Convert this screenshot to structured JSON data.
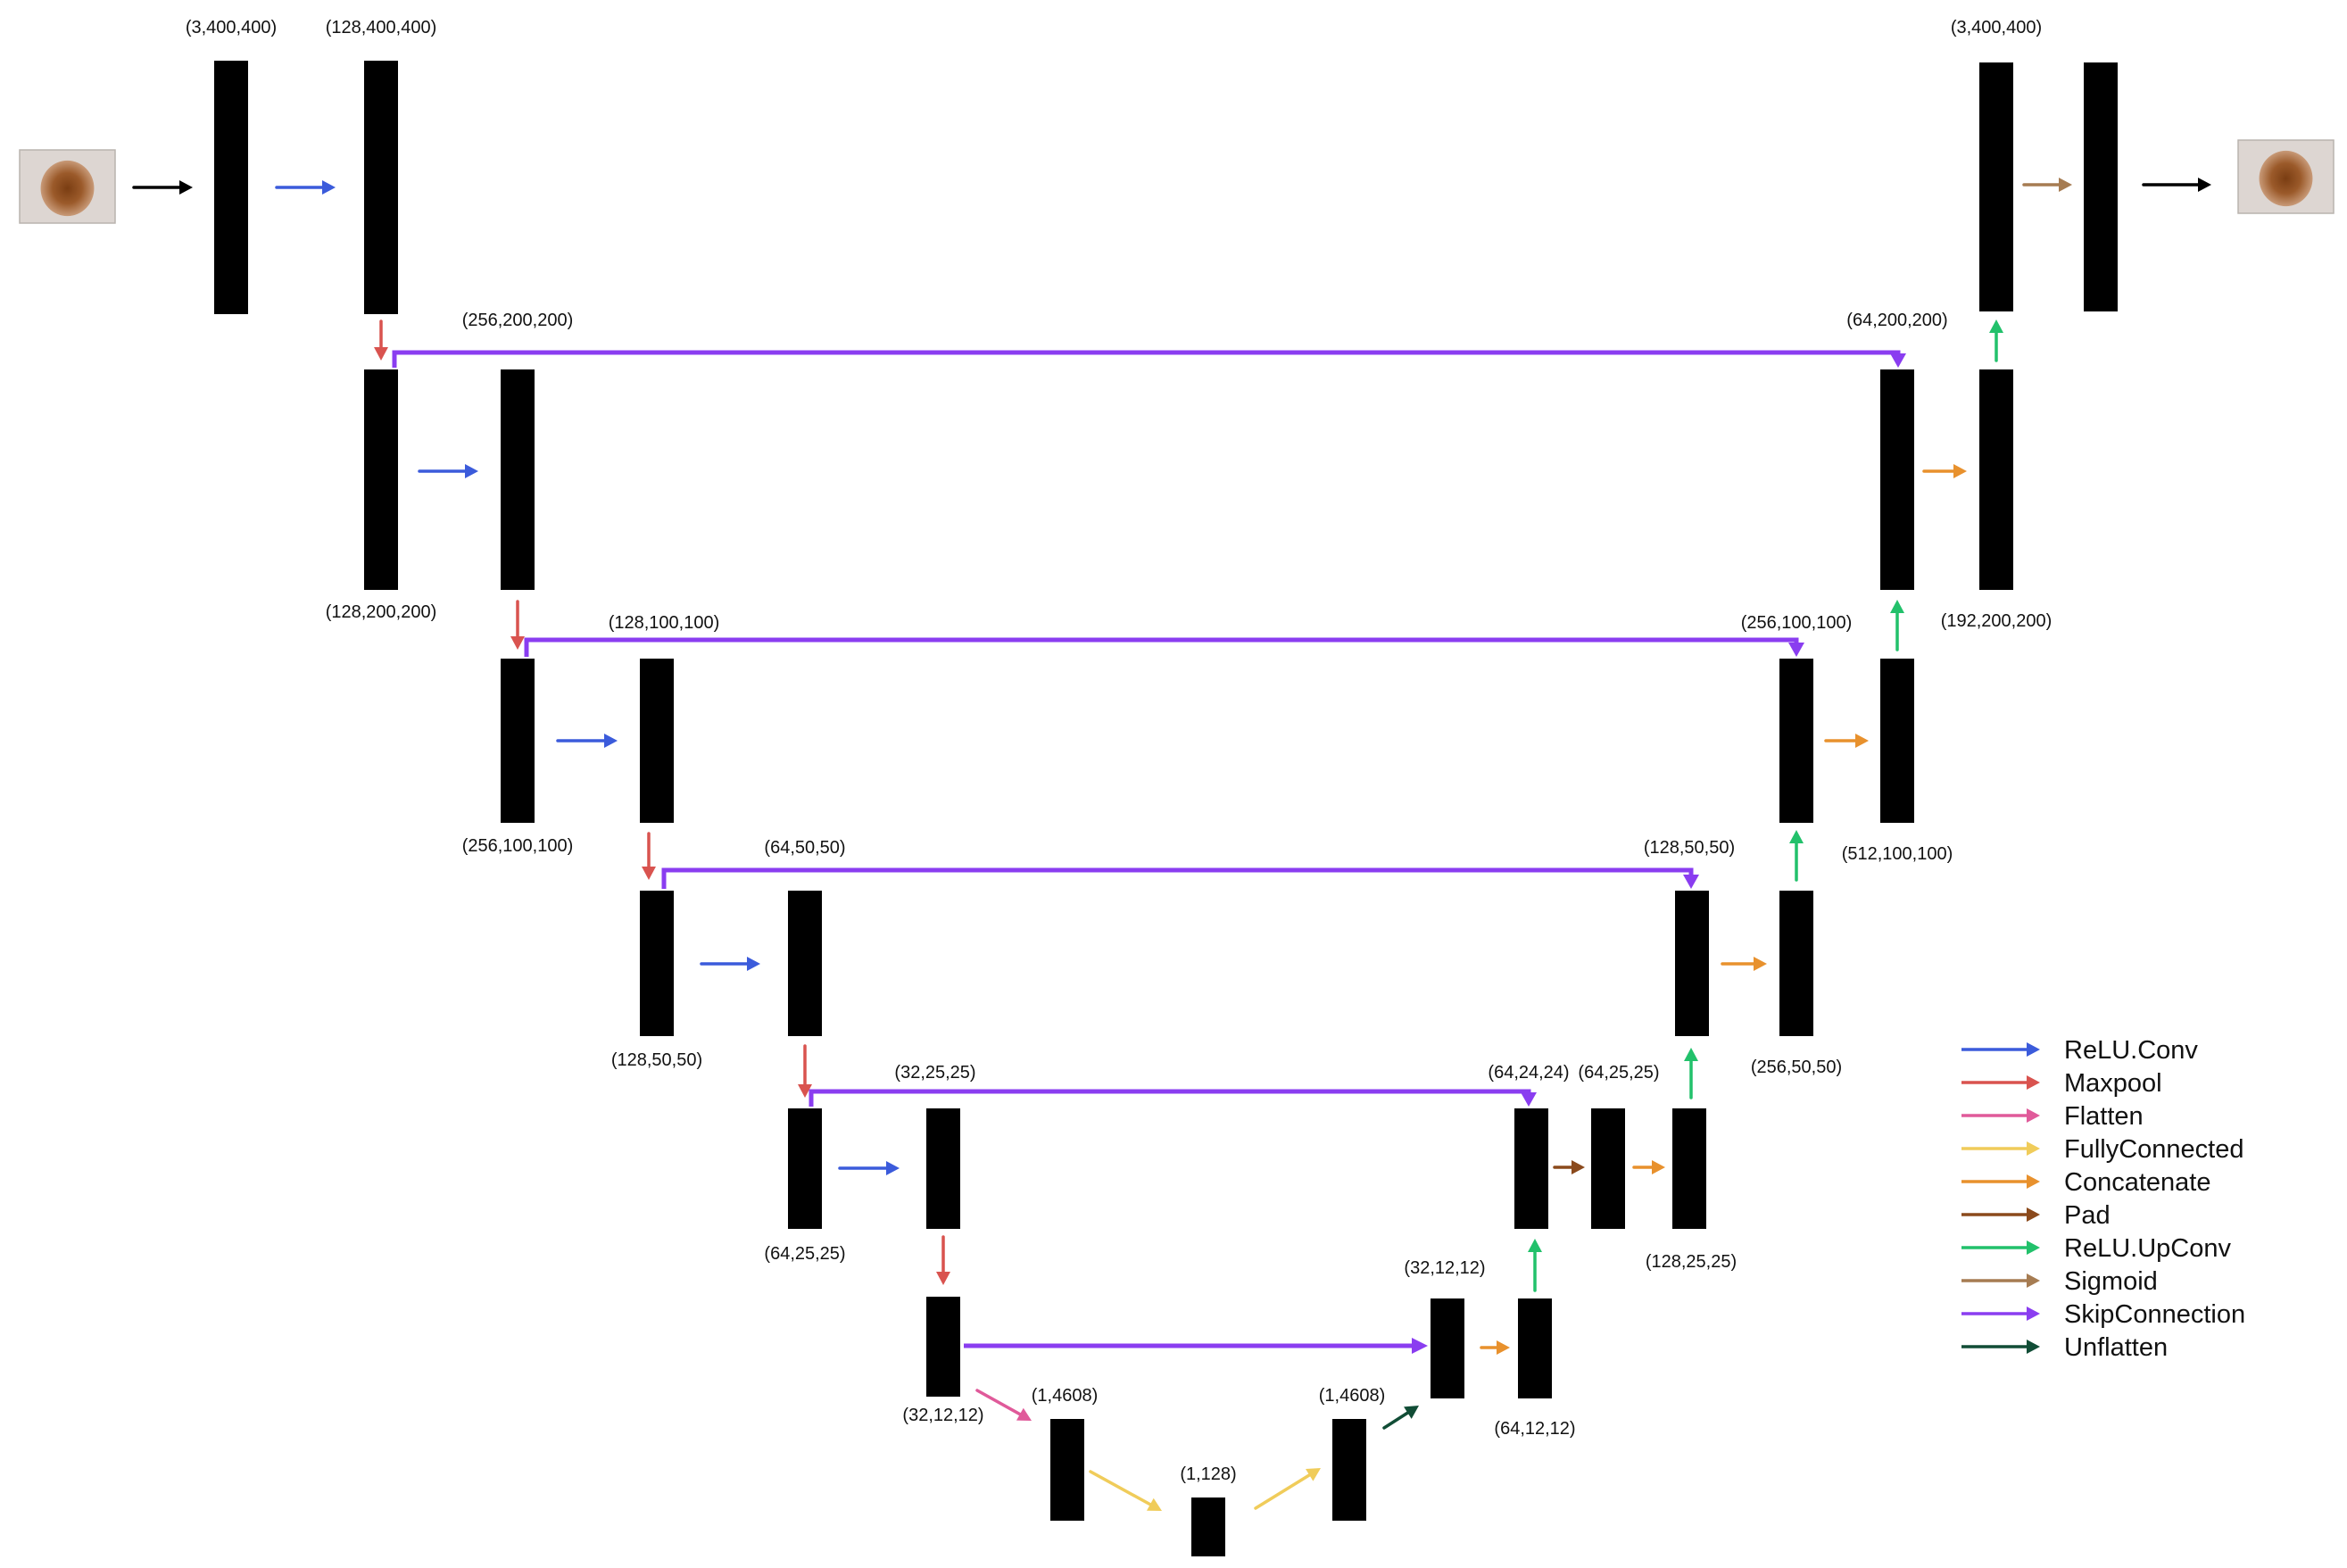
{
  "layers": [
    {
      "id": "enc1a",
      "label": "(3,400,400)"
    },
    {
      "id": "enc1b",
      "label": "(128,400,400)"
    },
    {
      "id": "enc2a",
      "label": "(128,200,200)"
    },
    {
      "id": "enc2b",
      "label": "(256,200,200)"
    },
    {
      "id": "enc3a",
      "label": "(256,100,100)"
    },
    {
      "id": "enc3b",
      "label": "(128,100,100)"
    },
    {
      "id": "enc4a",
      "label": "(128,50,50)"
    },
    {
      "id": "enc4b",
      "label": "(64,50,50)"
    },
    {
      "id": "enc5a",
      "label": "(64,25,25)"
    },
    {
      "id": "enc5b",
      "label": "(32,25,25)"
    },
    {
      "id": "enc6",
      "label": "(32,12,12)"
    },
    {
      "id": "flat1",
      "label": "(1,4608)"
    },
    {
      "id": "fc",
      "label": "(1,128)"
    },
    {
      "id": "flat2",
      "label": "(1,4608)"
    },
    {
      "id": "unflat",
      "label": "(32,12,12)"
    },
    {
      "id": "dec6",
      "label": "(64,12,12)"
    },
    {
      "id": "dec5up",
      "label": "(64,24,24)"
    },
    {
      "id": "dec5pad",
      "label": "(64,25,25)"
    },
    {
      "id": "dec5cat",
      "label": "(128,25,25)"
    },
    {
      "id": "dec4up",
      "label": "(128,50,50)"
    },
    {
      "id": "dec4cat",
      "label": "(256,50,50)"
    },
    {
      "id": "dec3up",
      "label": "(256,100,100)"
    },
    {
      "id": "dec3cat",
      "label": "(512,100,100)"
    },
    {
      "id": "dec2up",
      "label": "(64,200,200)"
    },
    {
      "id": "dec2cat",
      "label": "(192,200,200)"
    },
    {
      "id": "dec1up",
      "label": "(3,400,400)"
    },
    {
      "id": "dec1out",
      "label": ""
    }
  ],
  "legend": [
    {
      "label": "ReLU.Conv",
      "color": "#3b5bdb"
    },
    {
      "label": "Maxpool",
      "color": "#d9534f"
    },
    {
      "label": "Flatten",
      "color": "#e05a9a"
    },
    {
      "label": "FullyConnected",
      "color": "#f0cc5a"
    },
    {
      "label": "Concatenate",
      "color": "#e8912d"
    },
    {
      "label": "Pad",
      "color": "#8b4a1c"
    },
    {
      "label": "ReLU.UpConv",
      "color": "#22c16b"
    },
    {
      "label": "Sigmoid",
      "color": "#a67c52"
    },
    {
      "label": "SkipConnection",
      "color": "#8a3df0"
    },
    {
      "label": "Unflatten",
      "color": "#114d36"
    }
  ],
  "images": {
    "input": "skin-lesion-input",
    "output": "skin-lesion-output"
  }
}
